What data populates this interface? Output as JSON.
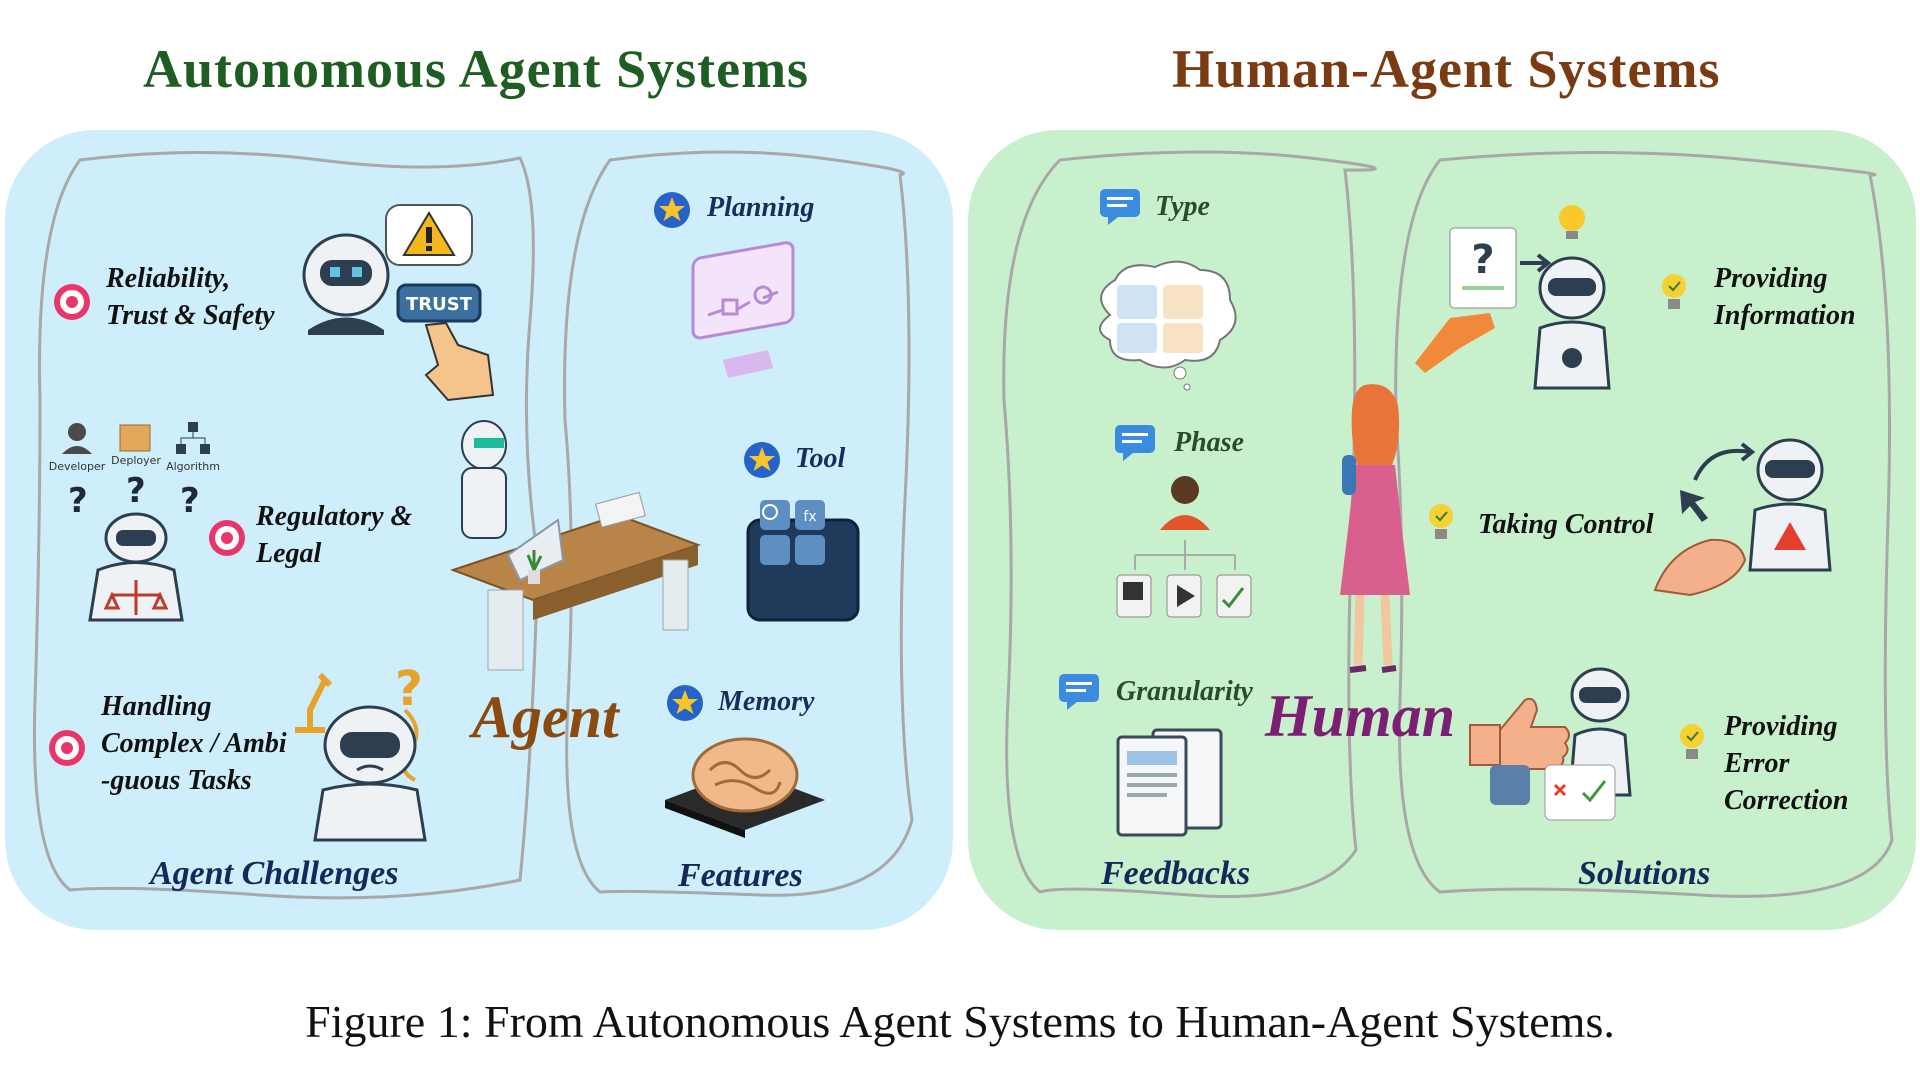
{
  "titles": {
    "left": "Autonomous Agent Systems",
    "right": "Human-Agent Systems"
  },
  "colors": {
    "left_title": "#1f5e23",
    "right_title": "#7a3a12",
    "left_panel": "#cdeefa",
    "right_panel": "#c9f0cd",
    "agent_word": "#8a4a10",
    "human_word": "#7a1f72"
  },
  "challenges": {
    "items": [
      {
        "lines": [
          "Reliability,",
          "Trust & Safety"
        ]
      },
      {
        "lines": [
          "Regulatory &",
          "Legal"
        ]
      },
      {
        "lines": [
          "Handling",
          "Complex / Ambi",
          "-guous Tasks"
        ]
      }
    ],
    "trust_label": "TRUST",
    "roles": [
      "Developer",
      "Deployer",
      "Algorithm"
    ],
    "section_label": "Agent Challenges"
  },
  "features": {
    "items": [
      "Planning",
      "Tool",
      "Memory"
    ],
    "section_label": "Features"
  },
  "center": {
    "agent": "Agent",
    "human": "Human"
  },
  "feedbacks": {
    "items": [
      "Type",
      "Phase",
      "Granularity"
    ],
    "section_label": "Feedbacks"
  },
  "solutions": {
    "items": [
      {
        "lines": [
          "Providing",
          "Information"
        ]
      },
      {
        "lines": [
          "Taking Control"
        ]
      },
      {
        "lines": [
          "Providing",
          "Error",
          "Correction"
        ]
      }
    ],
    "section_label": "Solutions"
  },
  "caption": "Figure 1: From Autonomous Agent Systems to Human-Agent Systems."
}
